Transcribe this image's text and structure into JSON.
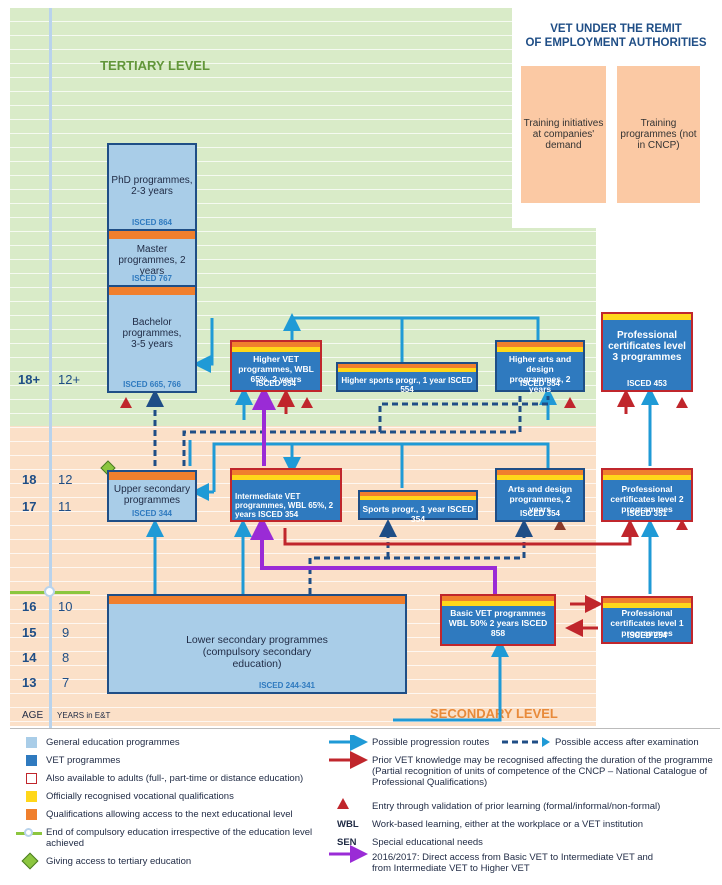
{
  "levels": {
    "tertiary": "TERTIARY LEVEL",
    "secondary": "SECONDARY LEVEL"
  },
  "employment": {
    "title1": "VET UNDER THE REMIT",
    "title2": "OF EMPLOYMENT AUTHORITIES",
    "box1": "Training initiatives at companies' demand",
    "box2": "Training programmes (not in CNCP)"
  },
  "ages": [
    {
      "age": "18+",
      "yrs": "12+"
    },
    {
      "age": "18",
      "yrs": "12"
    },
    {
      "age": "17",
      "yrs": "11"
    },
    {
      "age": "16",
      "yrs": "10"
    },
    {
      "age": "15",
      "yrs": "9"
    },
    {
      "age": "14",
      "yrs": "8"
    },
    {
      "age": "13",
      "yrs": "7"
    }
  ],
  "age_label": "AGE",
  "years_label": "YEARS in E&T",
  "boxes": {
    "phd": {
      "name": "PhD programmes, 2-3 years",
      "isced": "ISCED 864"
    },
    "master": {
      "name": "Master programmes, 2 years",
      "isced": "ISCED 767"
    },
    "bachelor": {
      "name": "Bachelor programmes, 3-5 years",
      "isced": "ISCED 665, 766"
    },
    "higher_vet": {
      "name": "Higher VET programmes, WBL 65%, 2 years",
      "isced": "ISCED 554"
    },
    "higher_sports": {
      "name": "Higher sports progr., 1 year",
      "isced": "ISCED 554"
    },
    "higher_arts": {
      "name": "Higher arts and design programmes, 2 years",
      "isced": "ISCED 554"
    },
    "prof3": {
      "name": "Professional certificates level 3 programmes",
      "isced": "ISCED 453"
    },
    "upper_sec": {
      "name": "Upper secondary programmes",
      "isced": "ISCED 344"
    },
    "inter_vet": {
      "name": "Intermediate VET programmes, WBL 65%, 2 years",
      "isced": "ISCED 354"
    },
    "sports": {
      "name": "Sports progr., 1 year",
      "isced": "ISCED 354"
    },
    "arts": {
      "name": "Arts and design programmes, 2 years",
      "isced": "ISCED 354"
    },
    "prof2": {
      "name": "Professional certificates level 2 programmes",
      "isced": "ISCED 351"
    },
    "lower_sec": {
      "name": "Lower secondary programmes (compulsory secondary education)",
      "isced": "ISCED 244-341"
    },
    "basic_vet": {
      "name": "Basic VET programmes WBL 50% 2 years",
      "isced": "ISCED 858"
    },
    "prof1": {
      "name": "Professional certificates level 1 programmes",
      "isced": "ISCED 254"
    }
  },
  "legend": {
    "gen": "General education programmes",
    "vet": "VET programmes",
    "adults": "Also available to adults (full-, part-time or distance education)",
    "qual": "Officially recognised vocational qualifications",
    "access": "Qualifications allowing access to the next educational level",
    "end": "End of compulsory education irrespective of the education level achieved",
    "tert": "Giving access to tertiary education",
    "prog": "Possible progression routes",
    "exam": "Possible access after examination",
    "prior": "Prior VET knowledge may be recognised affecting the duration of the programme (Partial recognition of units of competence of the CNCP – National Catalogue of Professional Qualifications)",
    "entry": "Entry through validation of prior learning (formal/informal/non-formal)",
    "wbl_k": "WBL",
    "wbl": "Work-based learning, either at the workplace or a VET institution",
    "sen_k": "SEN",
    "sen": "Special educational needs",
    "direct": "2016/2017: Direct access from Basic VET to Intermediate VET and from Intermediate VET to Higher VET"
  },
  "colors": {
    "general": "#a9cde8",
    "vet": "#2f7abf",
    "border": "#1f4e86",
    "orange": "#f07f2d",
    "yellow": "#ffd71a",
    "red": "#c0262c",
    "purple": "#9a2bd6",
    "arrow": "#1f9ad6"
  }
}
